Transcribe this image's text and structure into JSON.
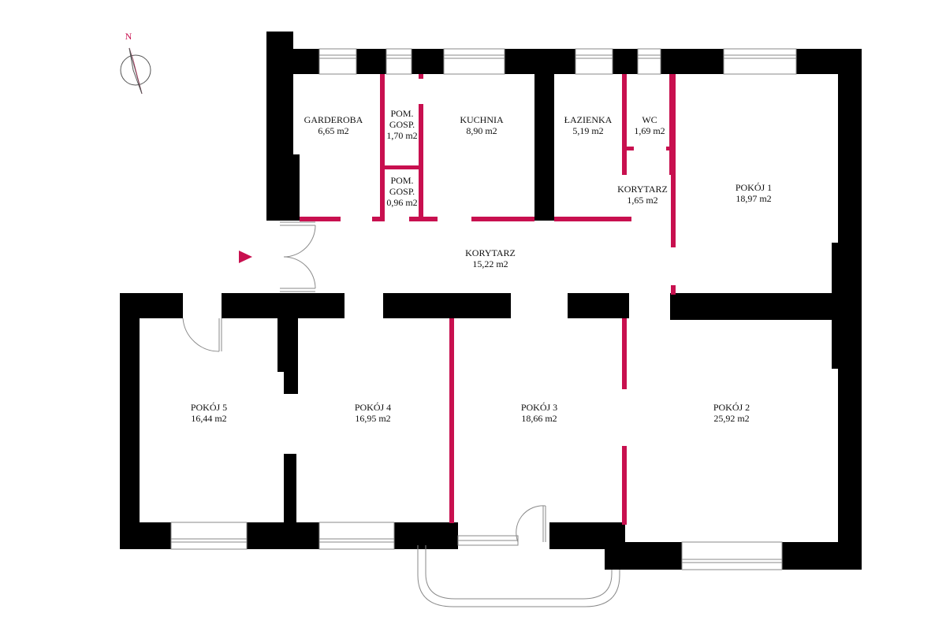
{
  "compass": {
    "north_label": "N",
    "icon": "compass-icon"
  },
  "entrance": {
    "icon": "entrance-arrow-icon"
  },
  "colors": {
    "walls": "#000000",
    "partitions": "#c8104f",
    "windows": "#8a8a8a"
  },
  "rooms": {
    "garderoba": {
      "name": "GARDEROBA",
      "area": "6,65 m2"
    },
    "pom1": {
      "name1": "POM.",
      "name2": "GOSP.",
      "area": "1,70 m2"
    },
    "pom2": {
      "name1": "POM.",
      "name2": "GOSP.",
      "area": "0,96 m2"
    },
    "kuchnia": {
      "name": "KUCHNIA",
      "area": "8,90 m2"
    },
    "lazienka": {
      "name": "ŁAZIENKA",
      "area": "5,19 m2"
    },
    "wc": {
      "name": "WC",
      "area": "1,69 m2"
    },
    "korytarz_small": {
      "name": "KORYTARZ",
      "area": "1,65 m2"
    },
    "pokoj1": {
      "name": "POKÓJ 1",
      "area": "18,97 m2"
    },
    "korytarz_main": {
      "name": "KORYTARZ",
      "area": "15,22 m2"
    },
    "pokoj5": {
      "name": "POKÓJ 5",
      "area": "16,44 m2"
    },
    "pokoj4": {
      "name": "POKÓJ 4",
      "area": "16,95 m2"
    },
    "pokoj3": {
      "name": "POKÓJ 3",
      "area": "18,66 m2"
    },
    "pokoj2": {
      "name": "POKÓJ 2",
      "area": "25,92 m2"
    }
  }
}
